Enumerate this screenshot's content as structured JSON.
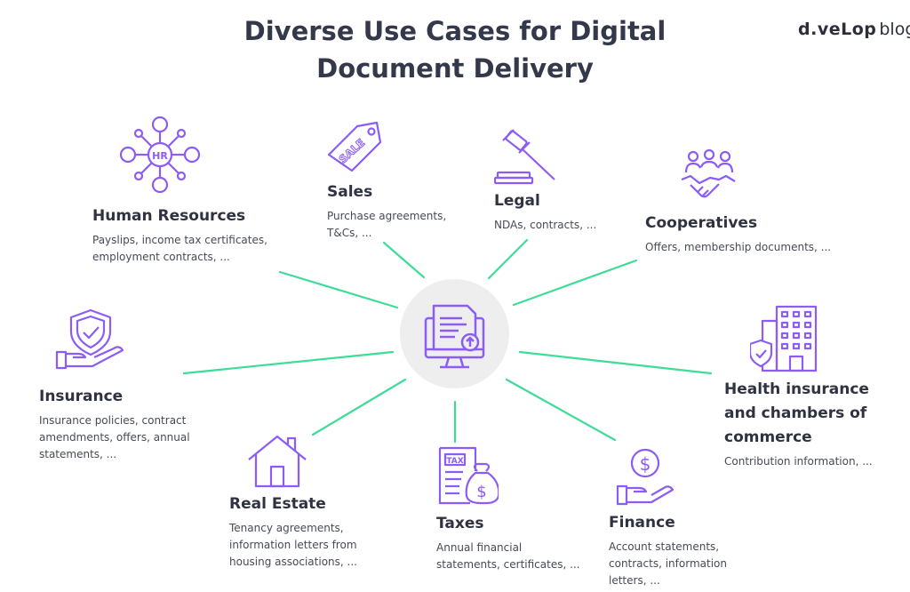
{
  "title": "Diverse Use Cases for Digital Document Delivery",
  "logo": {
    "brand": "d.veLop",
    "suffix": "blog"
  },
  "colors": {
    "accent": "#8b5cf6",
    "connector": "#3ddc97",
    "hub": "#eeeeee",
    "text": "#33384a"
  },
  "hub_icon": "monitor-document-upload-icon",
  "categories": [
    {
      "key": "hr",
      "icon": "hr-network-icon",
      "heading": "Human Resources",
      "desc": [
        "Payslips, income tax certificates,",
        "employment contracts, ..."
      ]
    },
    {
      "key": "sales",
      "icon": "sale-tag-icon",
      "heading": "Sales",
      "desc": [
        "Purchase agreements,",
        "T&Cs, ..."
      ]
    },
    {
      "key": "legal",
      "icon": "gavel-icon",
      "heading": "Legal",
      "desc": [
        "NDAs, contracts, ..."
      ]
    },
    {
      "key": "coop",
      "icon": "handshake-group-icon",
      "heading": "Cooperatives",
      "desc": [
        "Offers, membership documents, ..."
      ]
    },
    {
      "key": "insurance",
      "icon": "shield-hand-icon",
      "heading": "Insurance",
      "desc": [
        "Insurance policies, contract",
        "amendments, offers, annual",
        "statements, ..."
      ]
    },
    {
      "key": "health",
      "icon": "building-shield-icon",
      "heading": [
        "Health insurance",
        "and chambers of",
        "commerce"
      ],
      "desc": [
        "Contribution information, ..."
      ]
    },
    {
      "key": "realestate",
      "icon": "house-icon",
      "heading": "Real Estate",
      "desc": [
        "Tenancy agreements,",
        "information letters from",
        "housing associations, ..."
      ]
    },
    {
      "key": "taxes",
      "icon": "tax-document-money-bag-icon",
      "heading": "Taxes",
      "desc": [
        "Annual financial",
        "statements, certificates, ..."
      ]
    },
    {
      "key": "finance",
      "icon": "dollar-hand-icon",
      "heading": "Finance",
      "desc": [
        "Account statements,",
        "contracts, information",
        "letters, ..."
      ]
    }
  ]
}
